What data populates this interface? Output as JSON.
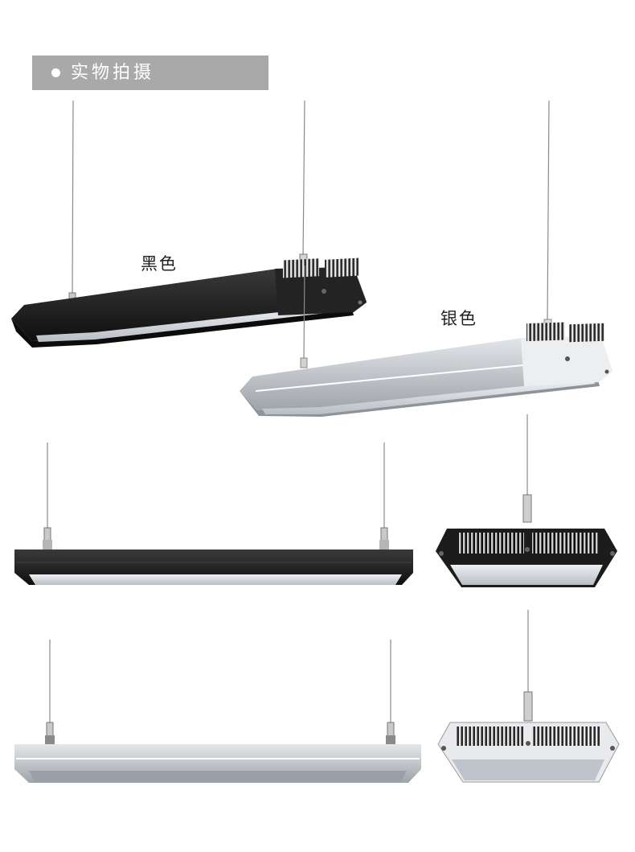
{
  "header": {
    "title": "实物拍摄"
  },
  "labels": {
    "black": "黑色",
    "silver": "银色"
  },
  "colors": {
    "header_bg": "#a9a9a9",
    "black_body": "#1b1b1b",
    "silver_body": "#b9bdc2",
    "diffuser": "#d7dbe0"
  },
  "products": [
    {
      "name": "black-fixture-perspective",
      "color": "black"
    },
    {
      "name": "silver-fixture-perspective",
      "color": "silver"
    },
    {
      "name": "black-fixture-side",
      "color": "black"
    },
    {
      "name": "black-fixture-end",
      "color": "black"
    },
    {
      "name": "silver-fixture-side",
      "color": "silver"
    },
    {
      "name": "silver-fixture-end",
      "color": "silver"
    }
  ]
}
